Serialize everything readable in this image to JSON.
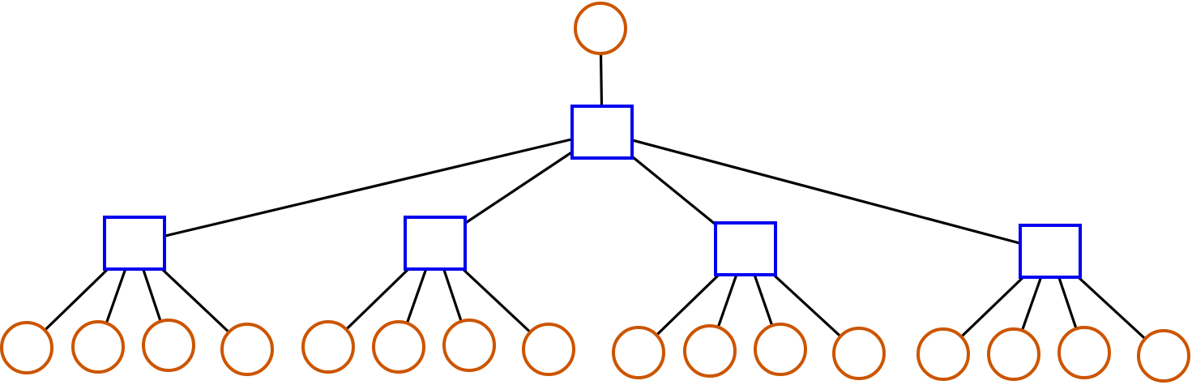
{
  "diagram": {
    "type": "tree",
    "colors": {
      "circle_stroke": "#cc5500",
      "square_stroke": "#0000ee",
      "edge": "#000000",
      "background": "#ffffff"
    },
    "root": {
      "shape": "circle",
      "children": [
        {
          "shape": "square",
          "children": [
            {
              "shape": "square",
              "children": [
                {
                  "shape": "circle"
                },
                {
                  "shape": "circle"
                },
                {
                  "shape": "circle"
                },
                {
                  "shape": "circle"
                }
              ]
            },
            {
              "shape": "square",
              "children": [
                {
                  "shape": "circle"
                },
                {
                  "shape": "circle"
                },
                {
                  "shape": "circle"
                },
                {
                  "shape": "circle"
                }
              ]
            },
            {
              "shape": "square",
              "children": [
                {
                  "shape": "circle"
                },
                {
                  "shape": "circle"
                },
                {
                  "shape": "circle"
                },
                {
                  "shape": "circle"
                }
              ]
            },
            {
              "shape": "square",
              "children": [
                {
                  "shape": "circle"
                },
                {
                  "shape": "circle"
                },
                {
                  "shape": "circle"
                },
                {
                  "shape": "circle"
                }
              ]
            }
          ]
        }
      ]
    }
  }
}
